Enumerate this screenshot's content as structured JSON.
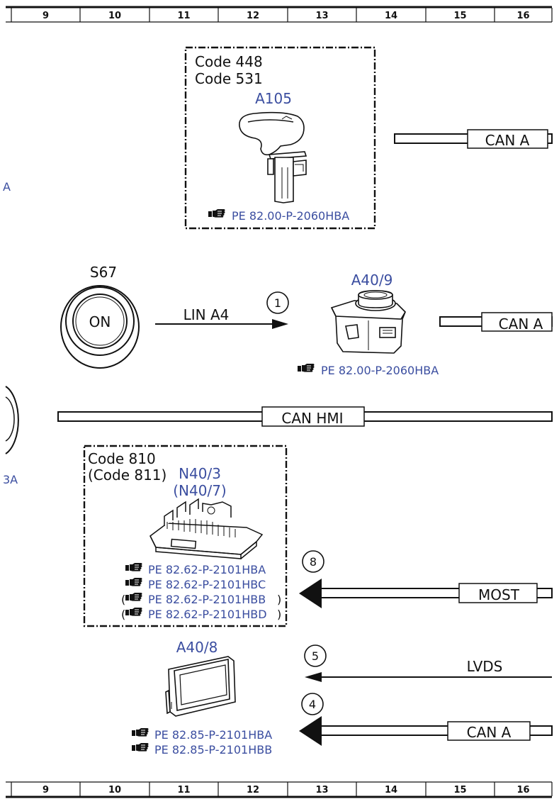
{
  "ruler": {
    "columns": [
      "9",
      "10",
      "11",
      "12",
      "13",
      "14",
      "15",
      "16"
    ]
  },
  "components": {
    "a105": {
      "codes": [
        "Code 448",
        "Code 531"
      ],
      "id": "A105",
      "refs": [
        "PE 82.00-P-2060HBA"
      ]
    },
    "s67": {
      "id": "S67",
      "button_text": "ON"
    },
    "a40_9": {
      "id": "A40/9",
      "refs": [
        "PE 82.00-P-2060HBA"
      ]
    },
    "n40_3": {
      "codes": [
        "Code 810",
        "(Code 811)"
      ],
      "ids": [
        "N40/3",
        "(N40/7)"
      ],
      "refs": [
        "PE 82.62-P-2101HBA",
        "PE 82.62-P-2101HBC",
        "PE 82.62-P-2101HBB",
        "PE 82.62-P-2101HBD"
      ],
      "ref_wrap": [
        "",
        "",
        "(",
        "("
      ],
      "ref_close": [
        "",
        "",
        ")",
        ")"
      ]
    },
    "a40_8": {
      "id": "A40/8",
      "refs": [
        "PE 82.85-P-2101HBA",
        "PE 82.85-P-2101HBB"
      ]
    }
  },
  "buses": {
    "can_a_top": "CAN A",
    "can_a_mid": "CAN A",
    "can_hmi": "CAN HMI",
    "lin_a4": "LIN A4",
    "most": "MOST",
    "lvds": "LVDS",
    "can_a_bottom": "CAN A"
  },
  "markers": [
    "1",
    "8",
    "5",
    "4"
  ],
  "edge_fragments": {
    "left_top": "A",
    "left_mid": "3A"
  },
  "colors": {
    "text": "#111111",
    "reference": "#3b4ea0",
    "line": "#111111"
  }
}
